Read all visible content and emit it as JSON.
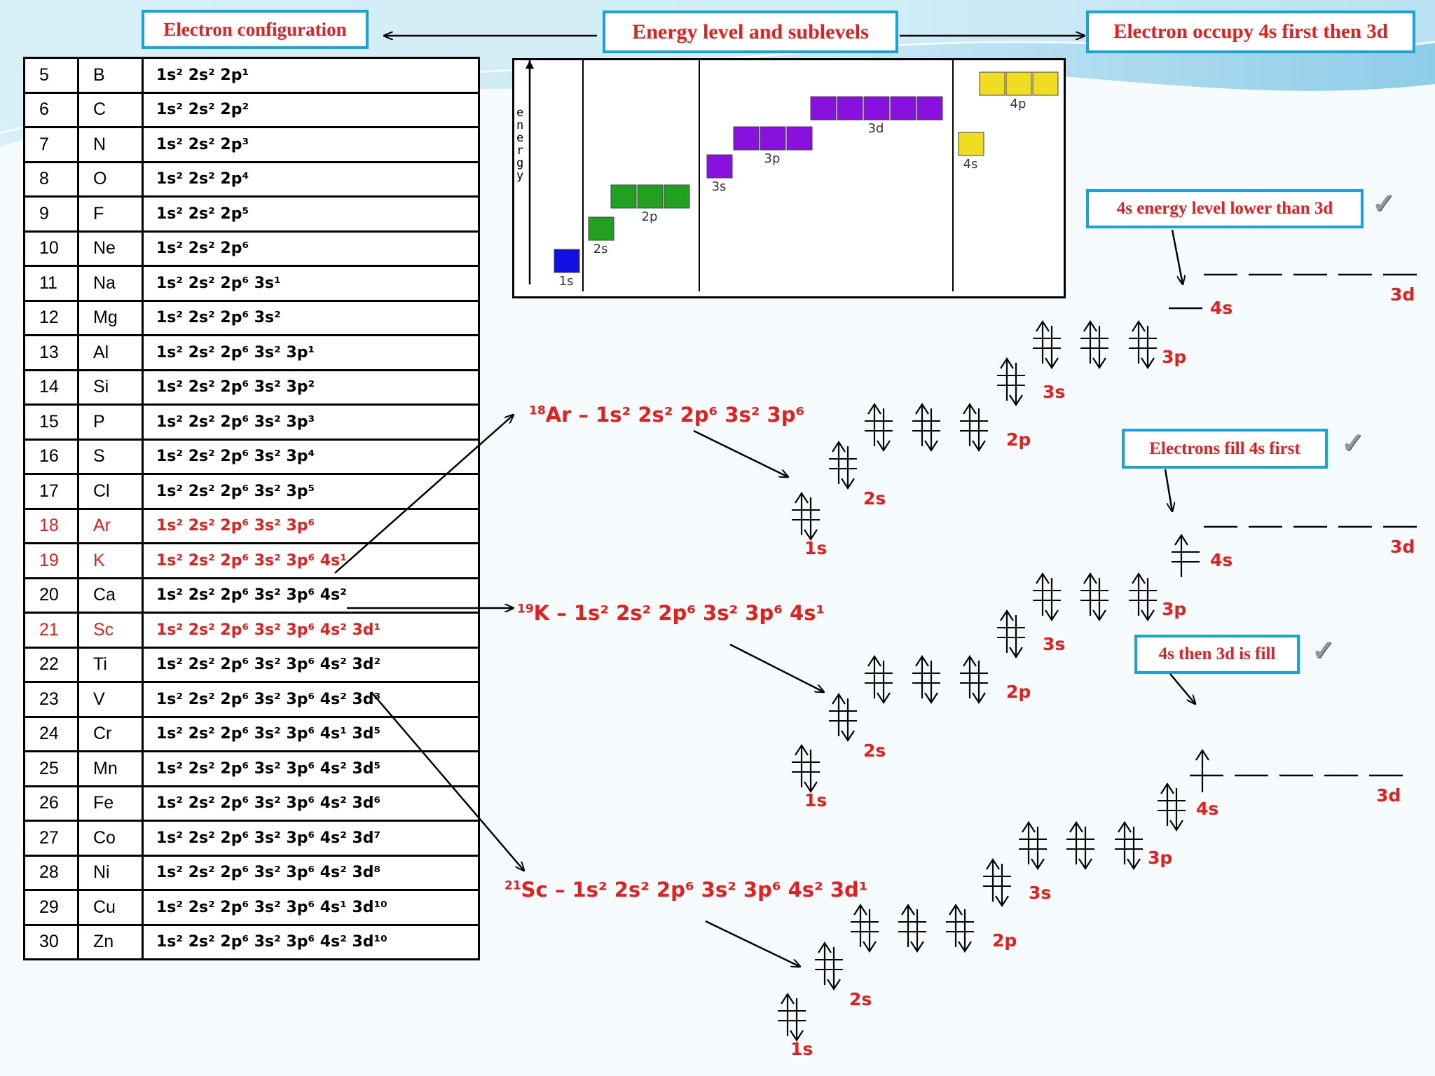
{
  "headers": {
    "config": "Electron configuration",
    "energy": "Energy level and sublevels",
    "occupy": "Electron occupy 4s first then 3d"
  },
  "notes": {
    "lower": "4s energy level lower than 3d",
    "fill_first": "Electrons fill 4s first",
    "then_3d": "4s then 3d is fill",
    "check": "✓"
  },
  "table": [
    {
      "num": "5",
      "sym": "B",
      "cfg": "1s² 2s² 2p¹",
      "highlight": false
    },
    {
      "num": "6",
      "sym": "C",
      "cfg": "1s² 2s² 2p²",
      "highlight": false
    },
    {
      "num": "7",
      "sym": "N",
      "cfg": "1s² 2s² 2p³",
      "highlight": false
    },
    {
      "num": "8",
      "sym": "O",
      "cfg": "1s² 2s² 2p⁴",
      "highlight": false
    },
    {
      "num": "9",
      "sym": "F",
      "cfg": "1s² 2s² 2p⁵",
      "highlight": false
    },
    {
      "num": "10",
      "sym": "Ne",
      "cfg": "1s² 2s² 2p⁶",
      "highlight": false
    },
    {
      "num": "11",
      "sym": "Na",
      "cfg": "1s² 2s² 2p⁶ 3s¹",
      "highlight": false
    },
    {
      "num": "12",
      "sym": "Mg",
      "cfg": "1s² 2s² 2p⁶ 3s²",
      "highlight": false
    },
    {
      "num": "13",
      "sym": "Al",
      "cfg": "1s² 2s² 2p⁶ 3s² 3p¹",
      "highlight": false
    },
    {
      "num": "14",
      "sym": "Si",
      "cfg": "1s² 2s² 2p⁶ 3s² 3p²",
      "highlight": false
    },
    {
      "num": "15",
      "sym": "P",
      "cfg": "1s² 2s² 2p⁶ 3s² 3p³",
      "highlight": false
    },
    {
      "num": "16",
      "sym": "S",
      "cfg": "1s² 2s² 2p⁶ 3s² 3p⁴",
      "highlight": false
    },
    {
      "num": "17",
      "sym": "Cl",
      "cfg": "1s² 2s² 2p⁶ 3s² 3p⁵",
      "highlight": false
    },
    {
      "num": "18",
      "sym": "Ar",
      "cfg": "1s² 2s² 2p⁶ 3s² 3p⁶",
      "highlight": true
    },
    {
      "num": "19",
      "sym": "K",
      "cfg": "1s² 2s² 2p⁶ 3s² 3p⁶ 4s¹",
      "highlight": true
    },
    {
      "num": "20",
      "sym": "Ca",
      "cfg": "1s² 2s² 2p⁶ 3s² 3p⁶ 4s²",
      "highlight": false
    },
    {
      "num": "21",
      "sym": "Sc",
      "cfg": "1s² 2s² 2p⁶ 3s² 3p⁶ 4s² 3d¹",
      "highlight": true
    },
    {
      "num": "22",
      "sym": "Ti",
      "cfg": "1s² 2s² 2p⁶ 3s² 3p⁶ 4s² 3d²",
      "highlight": false
    },
    {
      "num": "23",
      "sym": "V",
      "cfg": "1s² 2s² 2p⁶ 3s² 3p⁶ 4s² 3d³",
      "highlight": false
    },
    {
      "num": "24",
      "sym": "Cr",
      "cfg": "1s² 2s² 2p⁶ 3s² 3p⁶ 4s¹ 3d⁵",
      "highlight": false
    },
    {
      "num": "25",
      "sym": "Mn",
      "cfg": "1s² 2s² 2p⁶ 3s² 3p⁶ 4s² 3d⁵",
      "highlight": false
    },
    {
      "num": "26",
      "sym": "Fe",
      "cfg": "1s² 2s² 2p⁶ 3s² 3p⁶ 4s² 3d⁶",
      "highlight": false
    },
    {
      "num": "27",
      "sym": "Co",
      "cfg": "1s² 2s² 2p⁶ 3s² 3p⁶ 4s² 3d⁷",
      "highlight": false
    },
    {
      "num": "28",
      "sym": "Ni",
      "cfg": "1s² 2s² 2p⁶ 3s² 3p⁶ 4s² 3d⁸",
      "highlight": false
    },
    {
      "num": "29",
      "sym": "Cu",
      "cfg": "1s² 2s² 2p⁶ 3s² 3p⁶ 4s¹ 3d¹⁰",
      "highlight": false
    },
    {
      "num": "30",
      "sym": "Zn",
      "cfg": "1s² 2s² 2p⁶ 3s² 3p⁶ 4s² 3d¹⁰",
      "highlight": false
    }
  ],
  "energy_diagram": {
    "axis_label": "energy",
    "sublevels": [
      {
        "name": "1s",
        "color": "#1010e0",
        "boxes": 1
      },
      {
        "name": "2s",
        "color": "#22a022",
        "boxes": 1
      },
      {
        "name": "2p",
        "color": "#22a022",
        "boxes": 3
      },
      {
        "name": "3s",
        "color": "#8a10e0",
        "boxes": 1
      },
      {
        "name": "3p",
        "color": "#8a10e0",
        "boxes": 3
      },
      {
        "name": "3d",
        "color": "#8a10e0",
        "boxes": 5
      },
      {
        "name": "4s",
        "color": "#f0dc20",
        "boxes": 1
      },
      {
        "name": "4p",
        "color": "#f0dc20",
        "boxes": 3
      }
    ]
  },
  "formulas": {
    "ar": {
      "z": "18",
      "body": "Ar – 1s² 2s² 2p⁶ 3s² 3p⁶"
    },
    "k": {
      "z": "19",
      "body": "K – 1s² 2s² 2p⁶ 3s² 3p⁶ 4s¹"
    },
    "sc": {
      "z": "21",
      "body": "Sc – 1s² 2s² 2p⁶ 3s² 3p⁶ 4s² 3d¹"
    }
  },
  "orbital_labels": {
    "s1": "1s",
    "s2": "2s",
    "p2": "2p",
    "s3": "3s",
    "p3": "3p",
    "s4": "4s",
    "d3": "3d"
  },
  "orbital_diagrams": [
    {
      "element": "Ar",
      "fill": {
        "1s": 2,
        "2s": 2,
        "2p": 6,
        "3s": 2,
        "3p": 6,
        "4s": 0,
        "3d": 0
      }
    },
    {
      "element": "K",
      "fill": {
        "1s": 2,
        "2s": 2,
        "2p": 6,
        "3s": 2,
        "3p": 6,
        "4s": 1,
        "3d": 0
      }
    },
    {
      "element": "Sc",
      "fill": {
        "1s": 2,
        "2s": 2,
        "2p": 6,
        "3s": 2,
        "3p": 6,
        "4s": 2,
        "3d": 1
      }
    }
  ]
}
